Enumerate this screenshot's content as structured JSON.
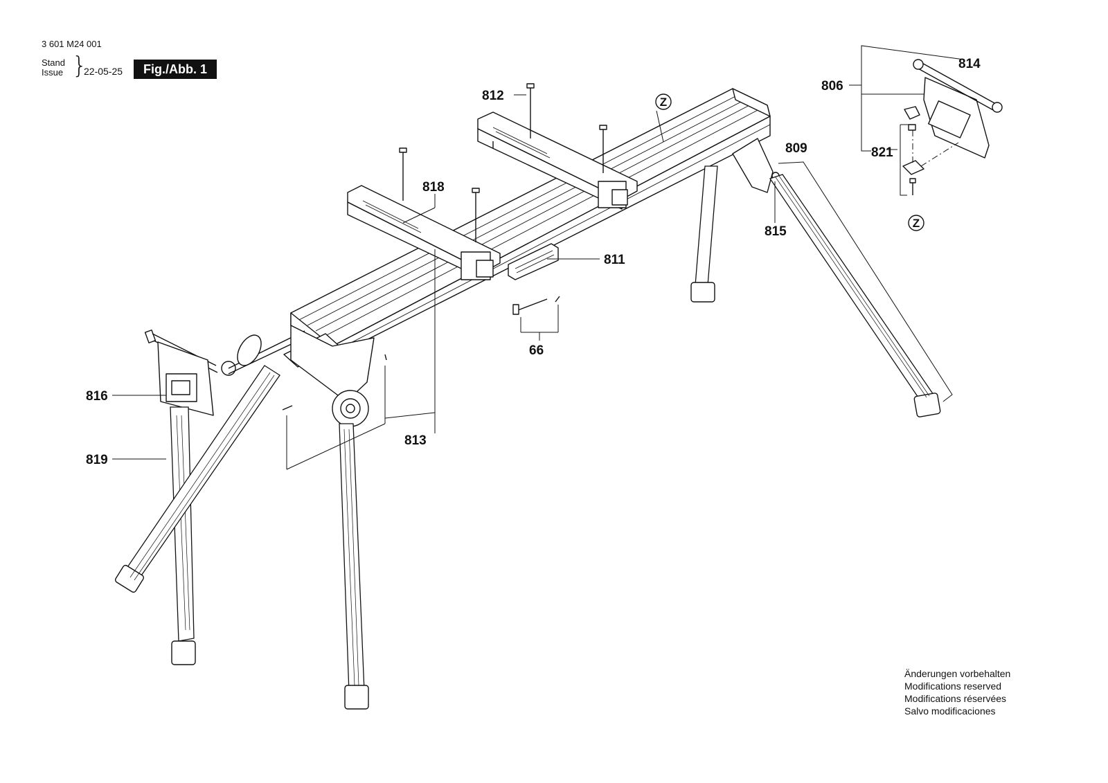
{
  "header": {
    "doc_number": "3 601 M24 001",
    "stand_label": "Stand",
    "issue_label": "Issue",
    "date": "22-05-25",
    "figure_label": "Fig./Abb. 1"
  },
  "notes": [
    "Änderungen vorbehalten",
    "Modifications reserved",
    "Modifications réservées",
    "Salvo modificaciones"
  ],
  "parts": {
    "p812": "812",
    "p818": "818",
    "p811": "811",
    "p66": "66",
    "p816": "816",
    "p819": "819",
    "p813": "813",
    "p809": "809",
    "p815": "815",
    "p806": "806",
    "p814": "814",
    "p821": "821"
  },
  "detail_markers": {
    "z_main": "Z",
    "z_detail": "Z"
  }
}
